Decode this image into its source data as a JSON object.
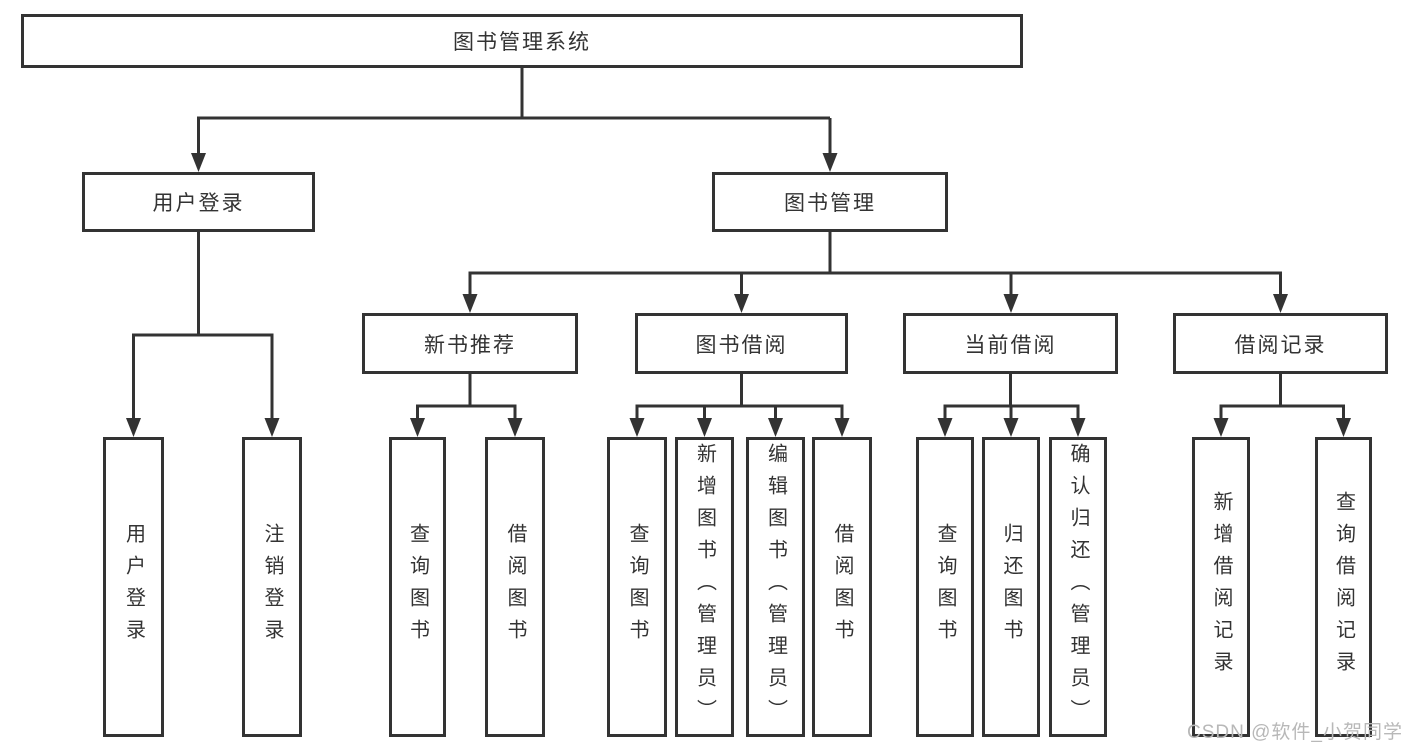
{
  "diagram": {
    "root": {
      "label": "图书管理系统"
    },
    "level2": [
      {
        "label": "用户登录"
      },
      {
        "label": "图书管理"
      }
    ],
    "level3": [
      {
        "label": "新书推荐"
      },
      {
        "label": "图书借阅"
      },
      {
        "label": "当前借阅"
      },
      {
        "label": "借阅记录"
      }
    ],
    "leaves": {
      "login": [
        "用户登录",
        "注销登录"
      ],
      "new_book": [
        "查询图书",
        "借阅图书"
      ],
      "borrow": [
        "查询图书",
        "新增图书（管理员）",
        "编辑图书（管理员）",
        "借阅图书"
      ],
      "current": [
        "查询图书",
        "归还图书",
        "确认归还（管理员）"
      ],
      "records": [
        "新增借阅记录",
        "查询借阅记录"
      ]
    }
  },
  "watermark": "CSDN @软件_小贺同学",
  "colors": {
    "border": "#333333",
    "text": "#333333",
    "watermark": "#b8b8b8",
    "background": "#ffffff"
  }
}
